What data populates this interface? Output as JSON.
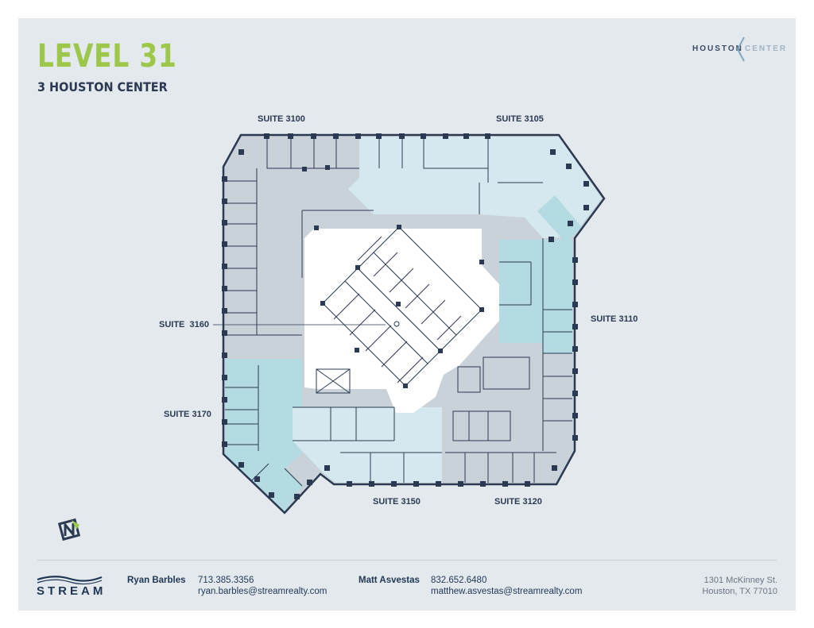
{
  "header": {
    "title": "LEVEL 31",
    "subtitle": "3 HOUSTON CENTER",
    "logo_left": "HOUSTON",
    "logo_right": "CENTER"
  },
  "suites": {
    "s3100": "SUITE 3100",
    "s3105": "SUITE 3105",
    "s3110": "SUITE 3110",
    "s3120": "SUITE 3120",
    "s3150": "SUITE 3150",
    "s3160": "SUITE  3160",
    "s3170": "SUITE 3170"
  },
  "colors": {
    "background": "#e4e9ee",
    "title_green": "#9cc74a",
    "navy": "#2b3a52",
    "suite_gray": "#c9d2d8",
    "suite_light_blue": "#d6e8ef",
    "suite_teal": "#b3dbe1",
    "core_white": "#ffffff"
  },
  "footer": {
    "brand": "STREAM",
    "contacts": [
      {
        "name": "Ryan Barbles",
        "phone": "713.385.3356",
        "email": "ryan.barbles@streamrealty.com"
      },
      {
        "name": "Matt Asvestas",
        "phone": "832.652.6480",
        "email": "matthew.asvestas@streamrealty.com"
      }
    ],
    "address_line1": "1301 McKinney St.",
    "address_line2": "Houston, TX 77010"
  }
}
